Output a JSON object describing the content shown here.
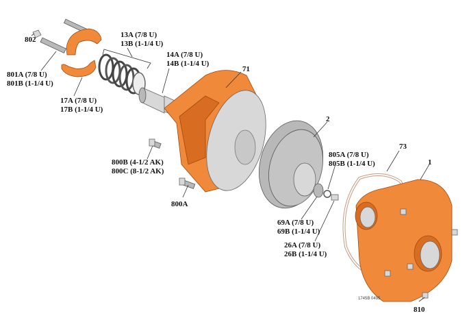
{
  "labels": {
    "p802": "802",
    "p801a": "801A (7/8 U)",
    "p801b": "801B (1-1/4 U)",
    "p13a": "13A (7/8 U)",
    "p13b": "13B (1-1/4 U)",
    "p14a": "14A (7/8 U)",
    "p14b": "14B (1-1/4 U)",
    "p71": "71",
    "p17a": "17A (7/8 U)",
    "p17b": "17B (1-1/4 U)",
    "p2": "2",
    "p800b": "800B (4-1/2 AK)",
    "p800c": "800C (8-1/2 AK)",
    "p805a": "805A (7/8 U)",
    "p805b": "805B (1-1/4 U)",
    "p73": "73",
    "p1": "1",
    "p800a": "800A",
    "p69a": "69A (7/8 U)",
    "p69b": "69B (1-1/4 U)",
    "p26a": "26A (7/8 U)",
    "p26b": "26B (1-1/4 U)",
    "p810": "810"
  },
  "drawing_code": "1745B 0495",
  "colors": {
    "part_orange": "#f08a3a",
    "part_gray": "#b8b8b8",
    "gasket": "#c89a80"
  }
}
